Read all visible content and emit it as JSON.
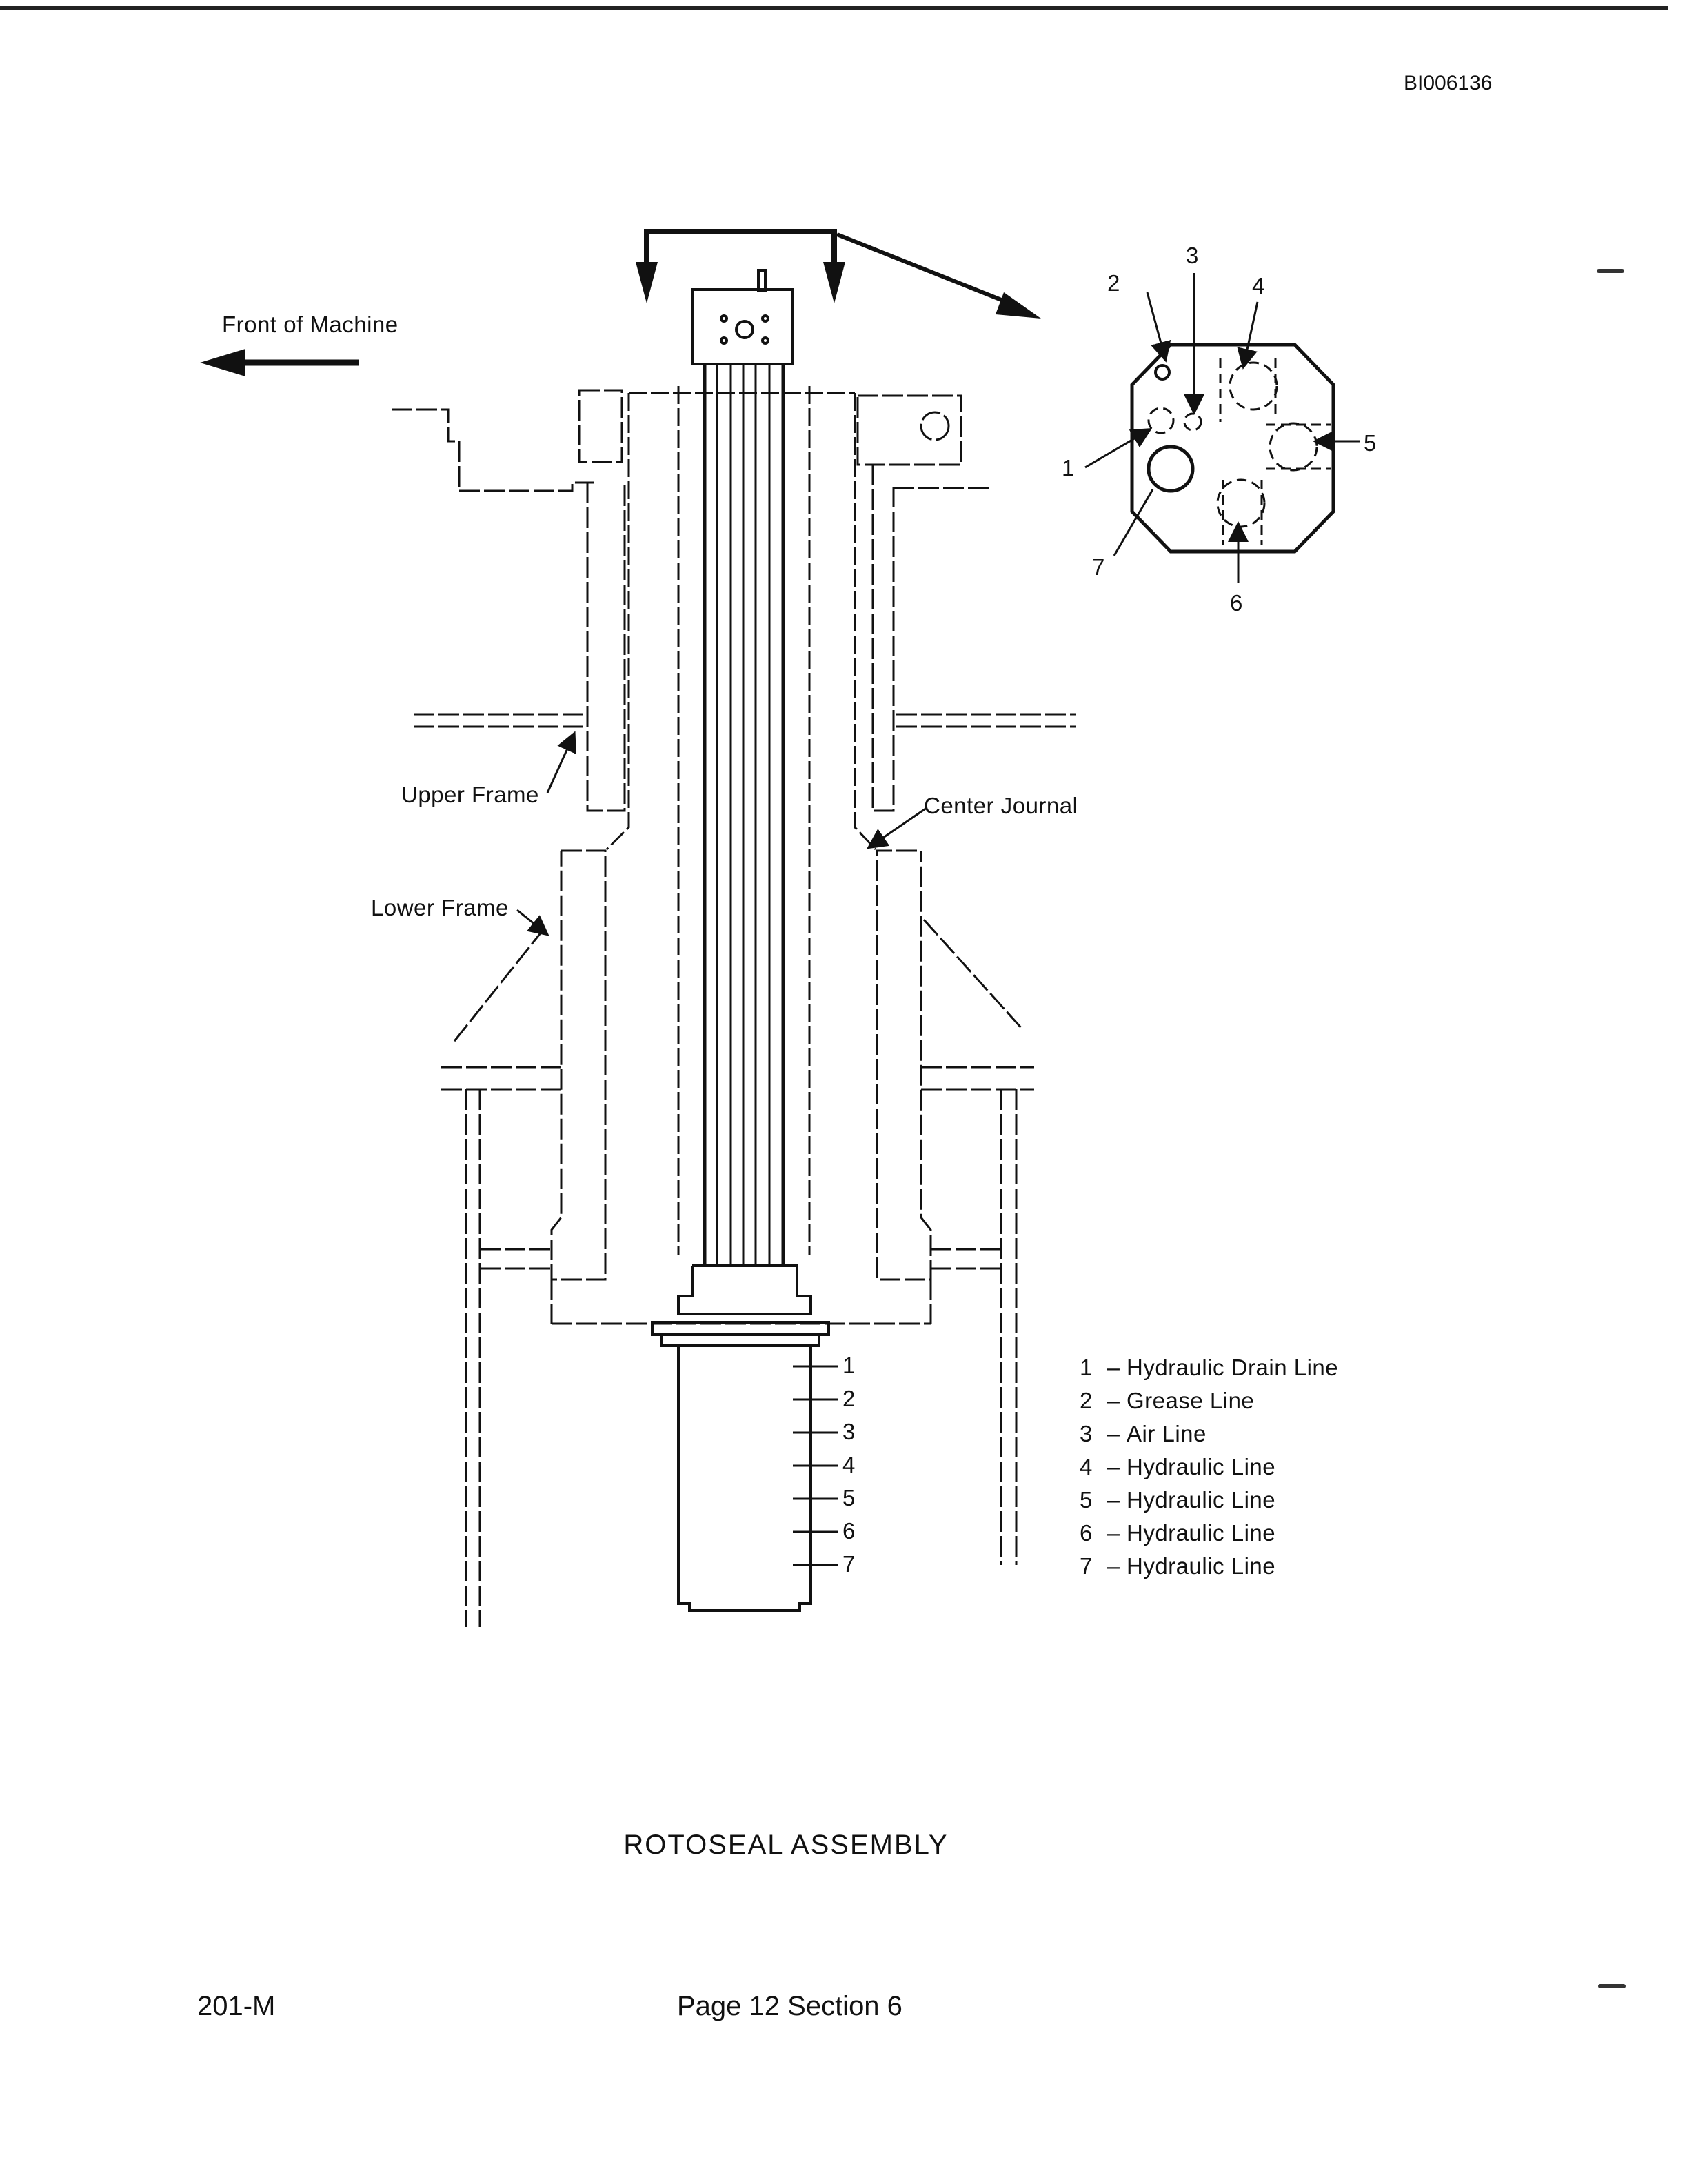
{
  "doc_id": "BI006136",
  "front_label": "Front of Machine",
  "labels": {
    "upper_frame": "Upper Frame",
    "center_journal": "Center Journal",
    "lower_frame": "Lower Frame"
  },
  "port_numbers": [
    "1",
    "2",
    "3",
    "4",
    "5",
    "6",
    "7"
  ],
  "legend": [
    {
      "no": "1",
      "text": "Hydraulic Drain Line"
    },
    {
      "no": "2",
      "text": "Grease Line"
    },
    {
      "no": "3",
      "text": "Air Line"
    },
    {
      "no": "4",
      "text": "Hydraulic Line"
    },
    {
      "no": "5",
      "text": "Hydraulic Line"
    },
    {
      "no": "6",
      "text": "Hydraulic Line"
    },
    {
      "no": "7",
      "text": "Hydraulic Line"
    }
  ],
  "legend_dash": "–",
  "title": "ROTOSEAL ASSEMBLY",
  "page_code": "201-M",
  "page_number": "Page 12 Section 6"
}
